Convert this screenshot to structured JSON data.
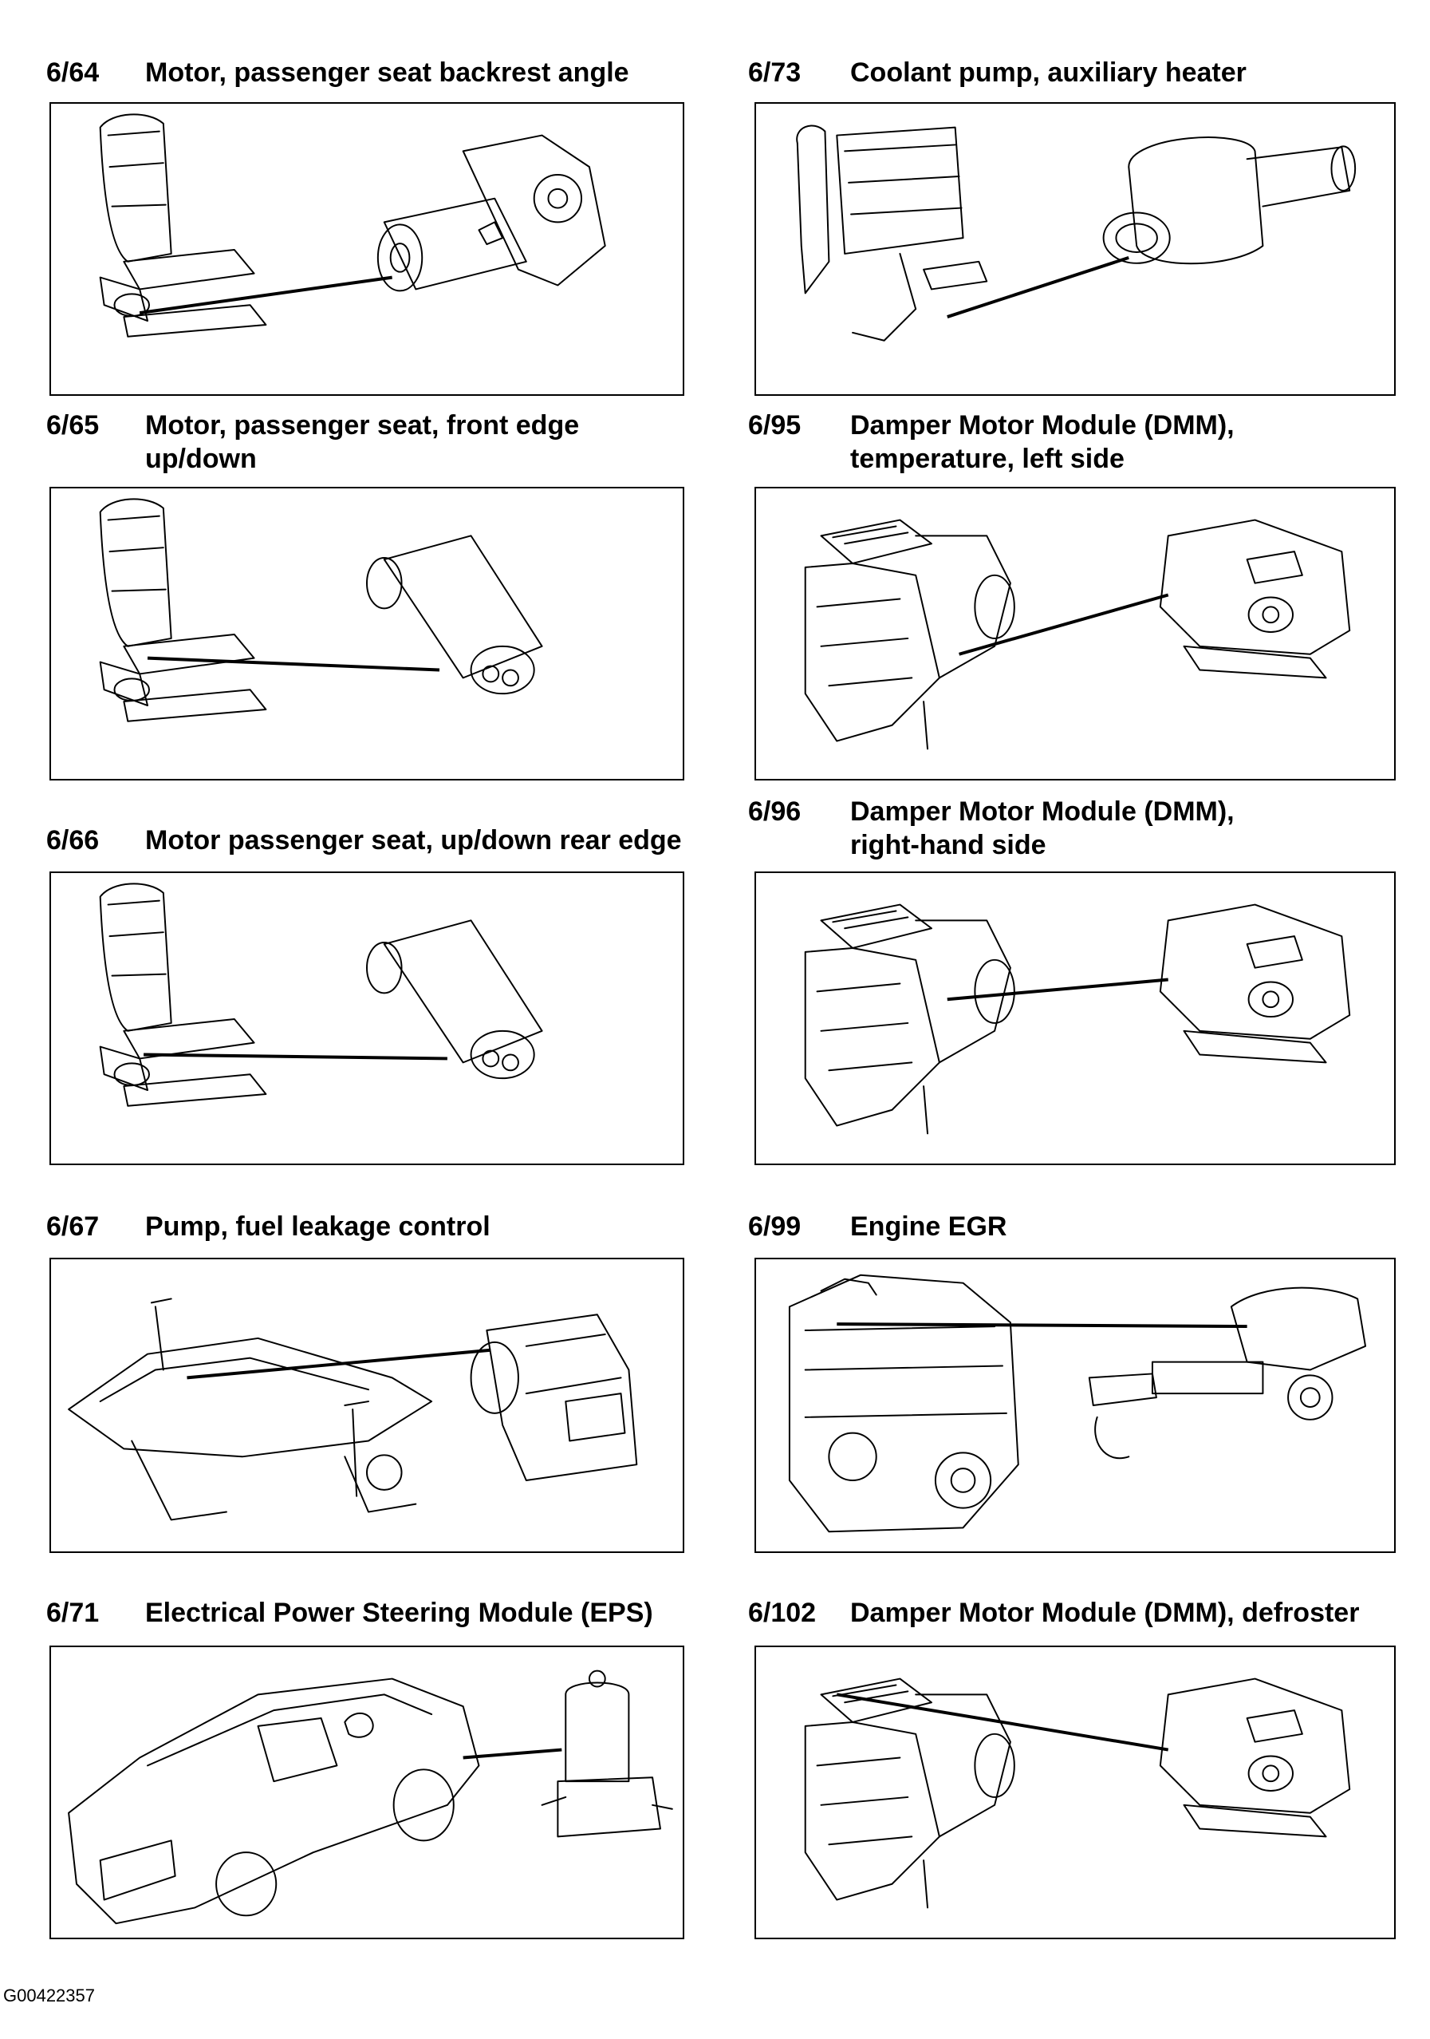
{
  "entries": [
    {
      "num": "6/64",
      "title": [
        "Motor, passenger seat backrest angle"
      ],
      "illustration": "seat-motor"
    },
    {
      "num": "6/73",
      "title": [
        "Coolant pump, auxiliary heater"
      ],
      "illustration": "coolant-pump"
    },
    {
      "num": "6/65",
      "title": [
        "Motor, passenger seat, front edge",
        "up/down"
      ],
      "illustration": "seat-cylinder-motor"
    },
    {
      "num": "6/95",
      "title": [
        "Damper Motor Module (DMM),",
        "temperature, left side"
      ],
      "illustration": "hvac-damper-motor"
    },
    {
      "num": "6/66",
      "title": [
        "Motor passenger seat, up/down rear edge"
      ],
      "illustration": "seat-cylinder-motor"
    },
    {
      "num": "6/96",
      "title": [
        "Damper Motor Module (DMM),",
        "right-hand side"
      ],
      "illustration": "hvac-damper-motor"
    },
    {
      "num": "6/67",
      "title": [
        "Pump, fuel leakage control"
      ],
      "illustration": "subframe-pump"
    },
    {
      "num": "6/99",
      "title": [
        "Engine EGR"
      ],
      "illustration": "engine-egr"
    },
    {
      "num": "6/71",
      "title": [
        "Electrical Power Steering Module (EPS)"
      ],
      "illustration": "car-eps"
    },
    {
      "num": "6/102",
      "title": [
        "Damper Motor Module (DMM), defroster"
      ],
      "illustration": "hvac-damper-motor"
    }
  ],
  "figure_id": "G00422357"
}
